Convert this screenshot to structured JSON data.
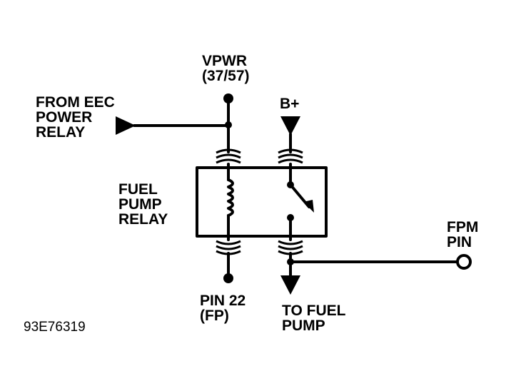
{
  "labels": {
    "vpwr": "VPWR",
    "vpwr_pin": "(37/57)",
    "from_eec_1": "FROM EEC",
    "from_eec_2": "POWER",
    "from_eec_3": "RELAY",
    "b_plus": "B+",
    "fuel_pump_relay_1": "FUEL",
    "fuel_pump_relay_2": "PUMP",
    "fuel_pump_relay_3": "RELAY",
    "fpm_1": "FPM",
    "fpm_2": "PIN",
    "pin22_1": "PIN 22",
    "pin22_2": "(FP)",
    "to_fuel_1": "TO FUEL",
    "to_fuel_2": "PUMP",
    "figure_id": "93E76319"
  }
}
